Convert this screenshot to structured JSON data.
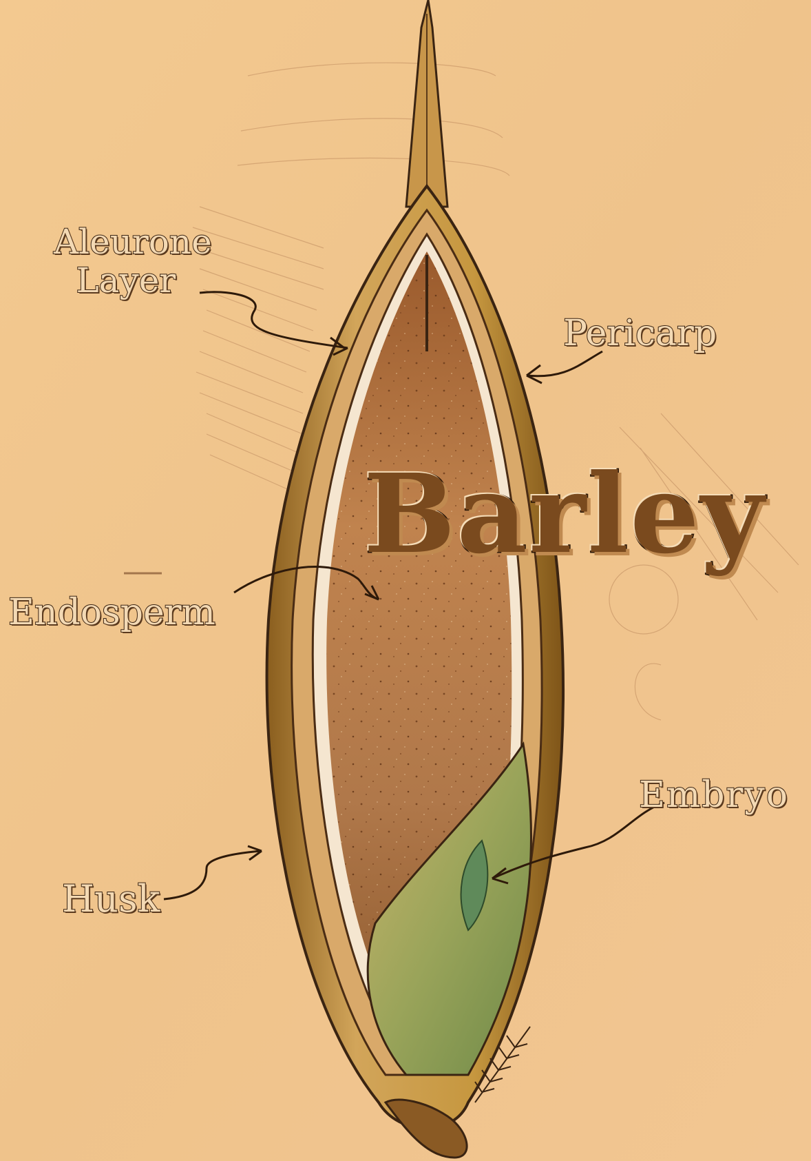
{
  "diagram": {
    "title": "Barley",
    "labels": {
      "aleurone_line1": "Aleurone",
      "aleurone_line2": "Layer",
      "pericarp": "Pericarp",
      "endosperm": "Endosperm",
      "embryo": "Embryo",
      "husk": "Husk"
    }
  },
  "colors": {
    "background": "#f0c48e",
    "husk": "#b8892e",
    "endosperm": "#a8764a",
    "embryo": "#8fa052",
    "ink": "#3a2412"
  }
}
